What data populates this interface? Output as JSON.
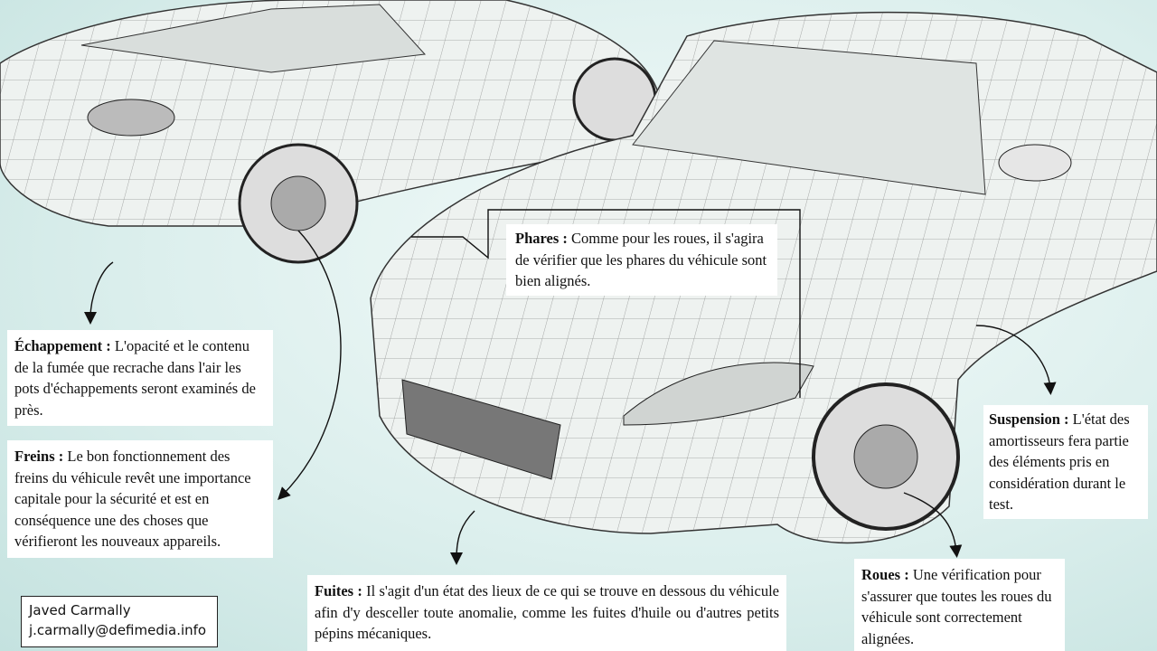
{
  "annotations": {
    "echappement": {
      "title": "Échappement :",
      "text": "L'opacité et le contenu de la fumée que recrache dans l'air les pots d'échappements seront examinés de près."
    },
    "freins": {
      "title": "Freins :",
      "text": "Le bon fonctionnement des freins du véhicule revêt une importance capitale pour la sécurité et est en conséquence une des choses que vérifieront les nouveaux appareils."
    },
    "phares": {
      "title": "Phares :",
      "text": "Comme pour les roues, il s'agira de vérifier que les phares du véhicule sont bien alignés."
    },
    "suspension": {
      "title": "Suspension :",
      "text": "L'état des amortisseurs fera partie des éléments pris en considération durant le test."
    },
    "roues": {
      "title": "Roues :",
      "text": "Une vérification pour s'assurer que toutes les roues du véhicule sont correctement alignées."
    },
    "fuites": {
      "title": "Fuites :",
      "text": "Il s'agit d'un état des lieux de ce qui se trouve en dessous du véhicule afin d'y desceller toute anomalie, comme les fuites d'huile ou d'autres petits pépins mécaniques."
    }
  },
  "author": {
    "name": "Javed Carmally",
    "email": "j.carmally@defimedia.info"
  }
}
